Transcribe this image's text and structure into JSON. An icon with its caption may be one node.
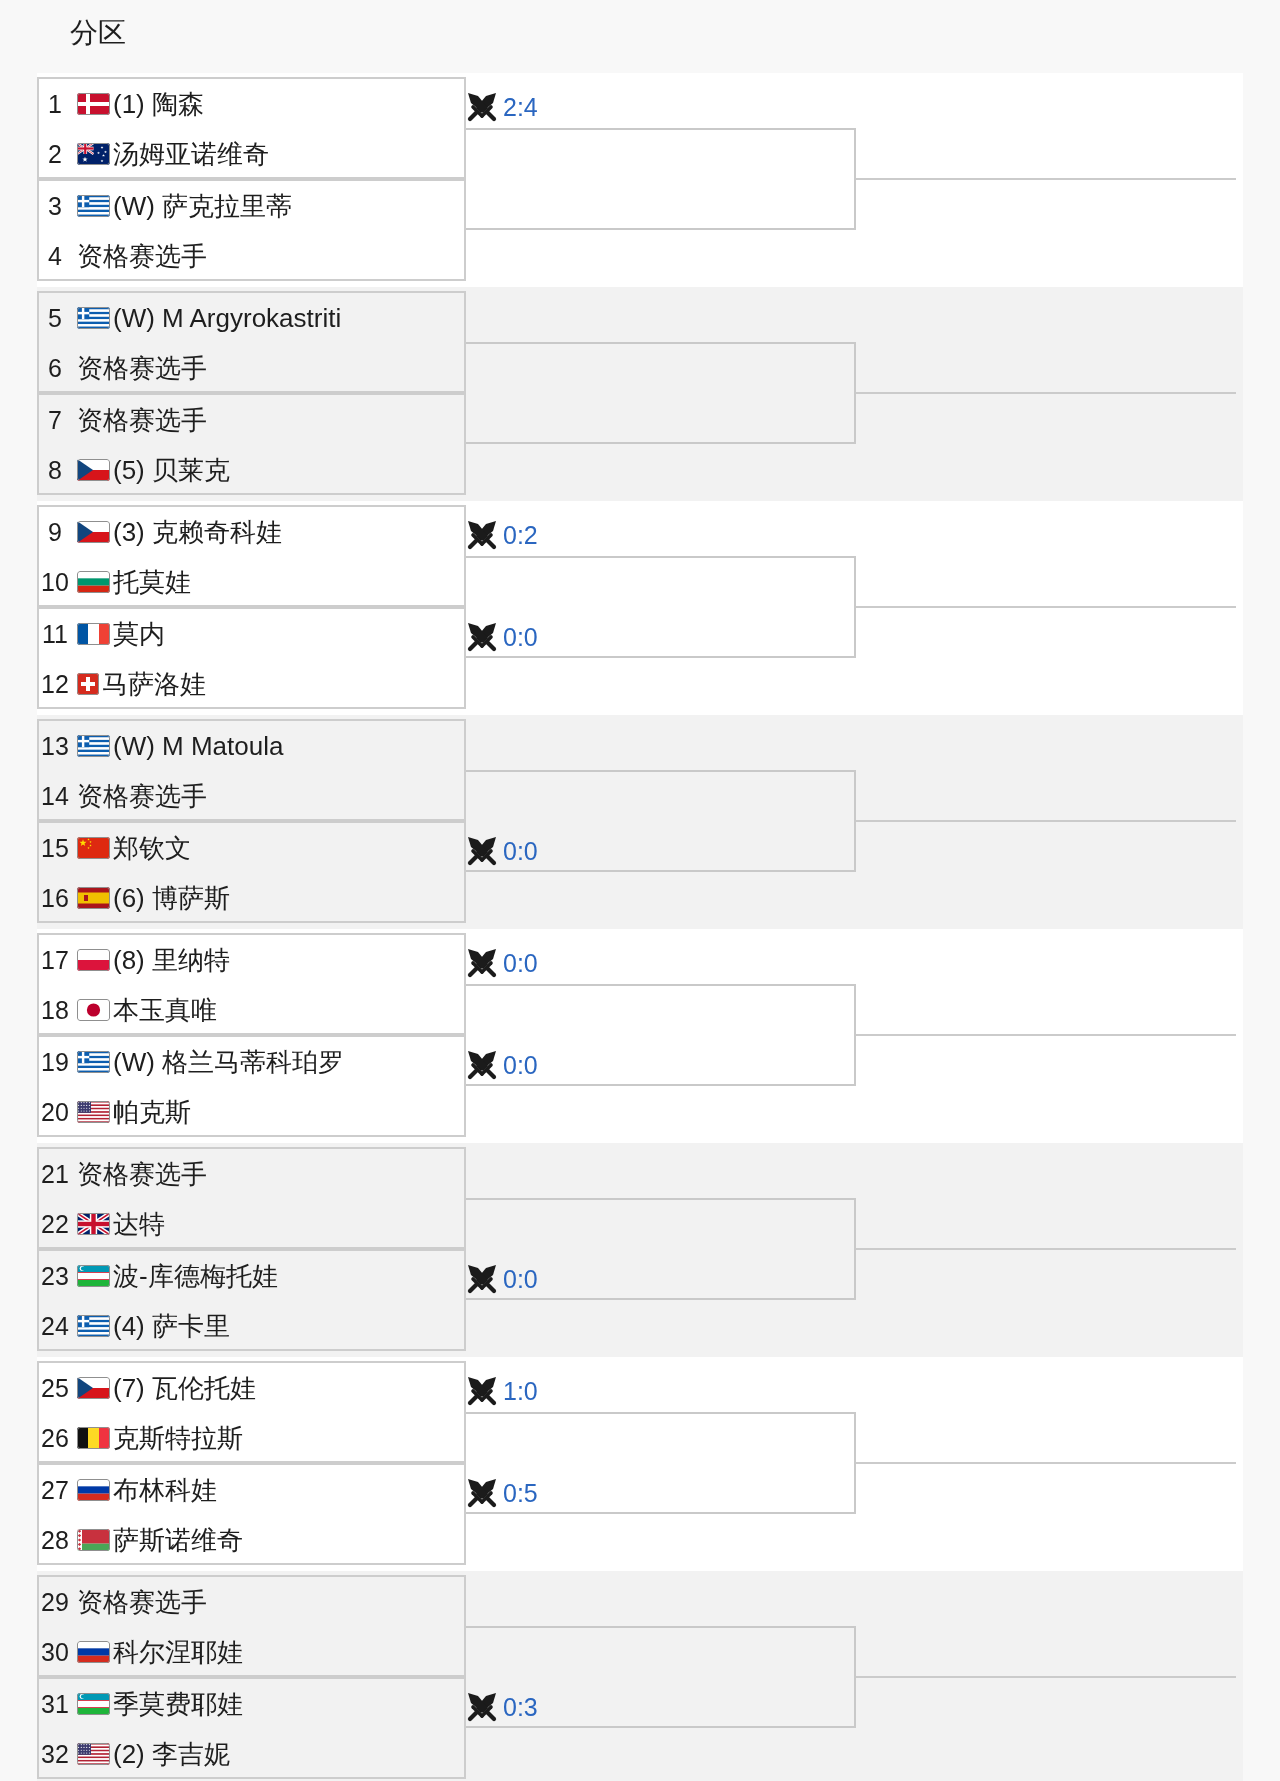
{
  "diagram": {
    "title": "分区",
    "nodes": [
      {
        "text": [
          "1",
          "(1) 陶森",
          "2",
          "汤姆亚诺维奇"
        ],
        "beside": [
          "2:4"
        ]
      },
      {
        "text": [
          "3",
          "(W) 萨克拉里蒂",
          "4",
          "资格赛选手"
        ]
      },
      {
        "text": [],
        "shape": "box"
      },
      {
        "text": [
          "5",
          "(W) M Argyrokastriti",
          "6",
          "资格赛选手"
        ]
      },
      {
        "text": [
          "7",
          "资格赛选手",
          "8",
          "(5) 贝莱克"
        ]
      },
      {
        "text": [],
        "shape": "box"
      },
      {
        "text": [
          "9",
          "(3) 克赖奇科娃",
          "10",
          "托莫娃"
        ],
        "beside": [
          "0:2"
        ]
      },
      {
        "text": [
          "11",
          "莫内",
          "12",
          "马萨洛娃"
        ],
        "beside": [
          "0:0"
        ]
      },
      {
        "text": [],
        "shape": "box"
      },
      {
        "text": [
          "13",
          "(W) M Matoula",
          "14",
          "资格赛选手"
        ]
      },
      {
        "text": [
          "15",
          "郑钦文",
          "16",
          "(6) 博萨斯"
        ],
        "beside": [
          "0:0"
        ]
      },
      {
        "text": [],
        "shape": "box"
      },
      {
        "text": [
          "17",
          "(8) 里纳特",
          "18",
          "本玉真唯"
        ],
        "beside": [
          "0:0"
        ]
      },
      {
        "text": [
          "19",
          "(W) 格兰马蒂科珀罗",
          "20",
          "帕克斯"
        ],
        "beside": [
          "0:0"
        ]
      },
      {
        "text": [],
        "shape": "box"
      },
      {
        "text": [
          "21",
          "资格赛选手",
          "22",
          "达特"
        ]
      },
      {
        "text": [
          "23",
          "波-库德梅托娃",
          "24",
          "(4) 萨卡里"
        ],
        "beside": [
          "0:0"
        ]
      },
      {
        "text": [],
        "shape": "box"
      },
      {
        "text": [
          "25",
          "(7) 瓦伦托娃",
          "26",
          "克斯特拉斯"
        ],
        "beside": [
          "1:0"
        ]
      },
      {
        "text": [
          "27",
          "布林科娃",
          "28",
          "萨斯诺维奇"
        ],
        "beside": [
          "0:5"
        ]
      },
      {
        "text": [],
        "shape": "box"
      },
      {
        "text": [
          "29",
          "资格赛选手",
          "30",
          "科尔涅耶娃"
        ]
      },
      {
        "text": [
          "31",
          "季莫费耶娃",
          "32",
          "(2) 李吉妮"
        ],
        "beside": [
          "0:3"
        ]
      },
      {
        "text": [],
        "shape": "box"
      }
    ],
    "edges": [
      {
        "from": 2,
        "to": null,
        "arrow": "none"
      },
      {
        "from": 5,
        "to": null,
        "arrow": "none"
      },
      {
        "from": 8,
        "to": null,
        "arrow": "none"
      },
      {
        "from": 11,
        "to": null,
        "arrow": "none"
      },
      {
        "from": 14,
        "to": null,
        "arrow": "none"
      },
      {
        "from": 17,
        "to": null,
        "arrow": "none"
      },
      {
        "from": 20,
        "to": null,
        "arrow": "none"
      },
      {
        "from": 23,
        "to": null,
        "arrow": "none"
      }
    ]
  }
}
